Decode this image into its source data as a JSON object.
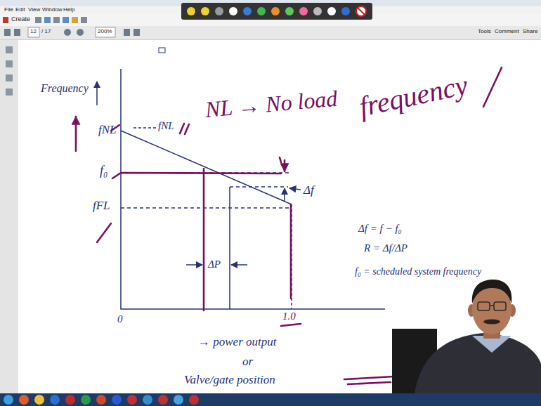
{
  "diagram": {
    "labels": [
      "File",
      "Edit",
      "View",
      "Window",
      "Help",
      "Create",
      "12",
      "/ 17",
      "200%",
      "Tools",
      "Comment",
      "Share",
      "Frequency",
      "fNL",
      "fNL",
      "NL → No load",
      "frequency",
      "f₀",
      "fFL",
      "Δf",
      "ΔP",
      "Δf = f − f₀",
      "R = Δf/ΔP",
      "f₀ = scheduled system frequency",
      "0",
      "1.0",
      "→ power output",
      "or",
      "Valve/gate position"
    ]
  }
}
